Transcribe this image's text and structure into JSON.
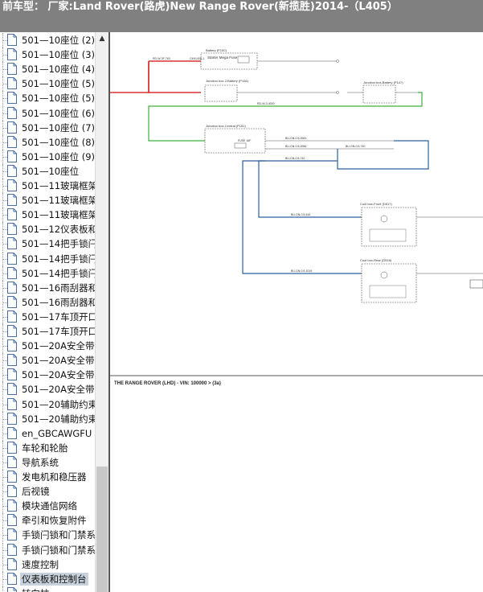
{
  "title": "前车型：  厂家:Land Rover(路虎)New Range Rover(新揽胜)2014-（L405）",
  "sidebar": {
    "items": [
      {
        "label": "501—10座位 (2)"
      },
      {
        "label": "501—10座位 (3)"
      },
      {
        "label": "501—10座位 (4)"
      },
      {
        "label": "501—10座位 (5)"
      },
      {
        "label": "501—10座位 (5)"
      },
      {
        "label": "501—10座位 (6)"
      },
      {
        "label": "501—10座位 (7)"
      },
      {
        "label": "501—10座位 (8)"
      },
      {
        "label": "501—10座位 (9)"
      },
      {
        "label": "501—10座位"
      },
      {
        "label": "501—11玻璃框架"
      },
      {
        "label": "501—11玻璃框架"
      },
      {
        "label": "501—11玻璃框架"
      },
      {
        "label": "501—12仪表板和"
      },
      {
        "label": "501—14把手锁闩"
      },
      {
        "label": "501—14把手锁闩"
      },
      {
        "label": "501—14把手锁闩"
      },
      {
        "label": "501—16雨刮器和"
      },
      {
        "label": "501—16雨刮器和"
      },
      {
        "label": "501—17车顶开口"
      },
      {
        "label": "501—17车顶开口"
      },
      {
        "label": "501—20A安全带."
      },
      {
        "label": "501—20A安全带."
      },
      {
        "label": "501—20A安全带."
      },
      {
        "label": "501—20A安全带."
      },
      {
        "label": "501—20辅助约束"
      },
      {
        "label": "501—20辅助约束"
      },
      {
        "label": "en_GBCAWGFU"
      },
      {
        "label": "车轮和轮胎"
      },
      {
        "label": "导航系统"
      },
      {
        "label": "发电机和稳压器"
      },
      {
        "label": "后视镜"
      },
      {
        "label": "模块通信网络"
      },
      {
        "label": "牵引和恢复附件"
      },
      {
        "label": "手锁闩锁和门禁系"
      },
      {
        "label": "手锁闩锁和门禁系"
      },
      {
        "label": "速度控制"
      },
      {
        "label": "仪表板和控制台"
      },
      {
        "label": "转向柱"
      }
    ],
    "selected_index": 37
  },
  "diagram": {
    "battery_label": "Battery (P100)",
    "starter_fuse": "Starter Mega Fuse",
    "jb2_label": "Junction box 2-Battery (P106)",
    "jb_batt_label": "Junction box-Battery (P147)",
    "jb_central_label": "Junction box-Central (P151)",
    "cool_front": "Cool box-Front (D517)",
    "cool_rear": "Cool box-Rear (D518)",
    "wire1": "RD-W-3F-763",
    "wire2": "C4N140A-1",
    "wire3": "RD-W-3-4000",
    "wire4": "BU-GN-0.5-0063",
    "wire5": "BU-GN-0.5-0066",
    "wire6": "BU-GN-0.5-740",
    "wire7": "BU-GN-0.5-616",
    "wire8": "BU-GN-0.5-1016",
    "fuse": "FUSE 16F",
    "footer": "THE RANGE ROVER  (LHD) - VIN: 100000 >  (3a)"
  }
}
